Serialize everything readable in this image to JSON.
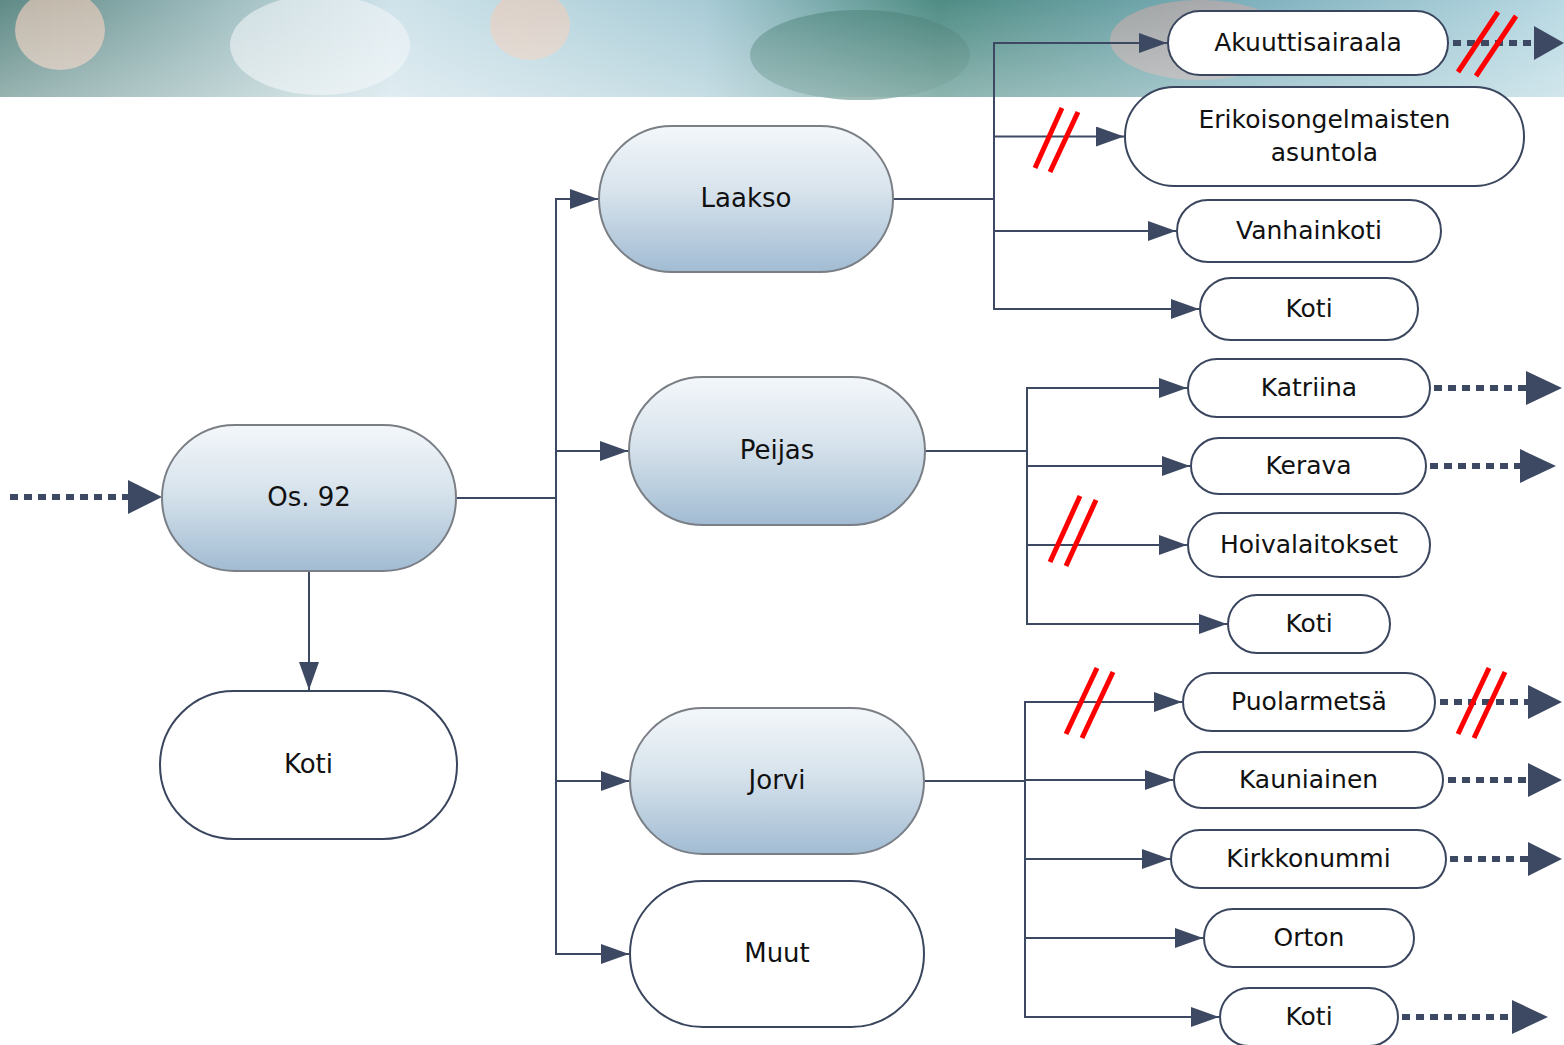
{
  "diagram": {
    "nodes": [
      {
        "text": [
          "Os. 92"
        ]
      },
      {
        "text": [
          "Koti"
        ]
      },
      {
        "text": [
          "Laakso"
        ]
      },
      {
        "text": [
          "Peijas"
        ]
      },
      {
        "text": [
          "Jorvi"
        ]
      },
      {
        "text": [
          "Muut"
        ]
      },
      {
        "text": [
          "Akuuttisairaala"
        ]
      },
      {
        "text": [
          "Erikoisongelmaisten asuntola"
        ]
      },
      {
        "text": [
          "Vanhainkoti"
        ]
      },
      {
        "text": [
          "Koti"
        ]
      },
      {
        "text": [
          "Katriina"
        ]
      },
      {
        "text": [
          "Kerava"
        ]
      },
      {
        "text": [
          "Hoivalaitokset"
        ]
      },
      {
        "text": [
          "Koti"
        ]
      },
      {
        "text": [
          "Puolarmetsä"
        ]
      },
      {
        "text": [
          "Kauniainen"
        ]
      },
      {
        "text": [
          "Kirkkonummi"
        ]
      },
      {
        "text": [
          "Orton"
        ]
      },
      {
        "text": [
          "Koti"
        ]
      }
    ],
    "edges": [
      {
        "from": 0,
        "to": 1,
        "arrow": "to"
      },
      {
        "from": 0,
        "to": 2,
        "arrow": "to"
      },
      {
        "from": 0,
        "to": 3,
        "arrow": "to"
      },
      {
        "from": 0,
        "to": 4,
        "arrow": "to"
      },
      {
        "from": 0,
        "to": 5,
        "arrow": "to"
      },
      {
        "from": 2,
        "to": 6,
        "arrow": "to"
      },
      {
        "from": 2,
        "to": 7,
        "arrow": "to"
      },
      {
        "from": 2,
        "to": 8,
        "arrow": "to"
      },
      {
        "from": 2,
        "to": 9,
        "arrow": "to"
      },
      {
        "from": 3,
        "to": 10,
        "arrow": "to"
      },
      {
        "from": 3,
        "to": 11,
        "arrow": "to"
      },
      {
        "from": 3,
        "to": 12,
        "arrow": "to"
      },
      {
        "from": 3,
        "to": 13,
        "arrow": "to"
      },
      {
        "from": 4,
        "to": 14,
        "arrow": "to"
      },
      {
        "from": 4,
        "to": 15,
        "arrow": "to"
      },
      {
        "from": 4,
        "to": 16,
        "arrow": "to"
      },
      {
        "from": 4,
        "to": 17,
        "arrow": "to"
      },
      {
        "from": 4,
        "to": 18,
        "arrow": "to"
      }
    ]
  }
}
